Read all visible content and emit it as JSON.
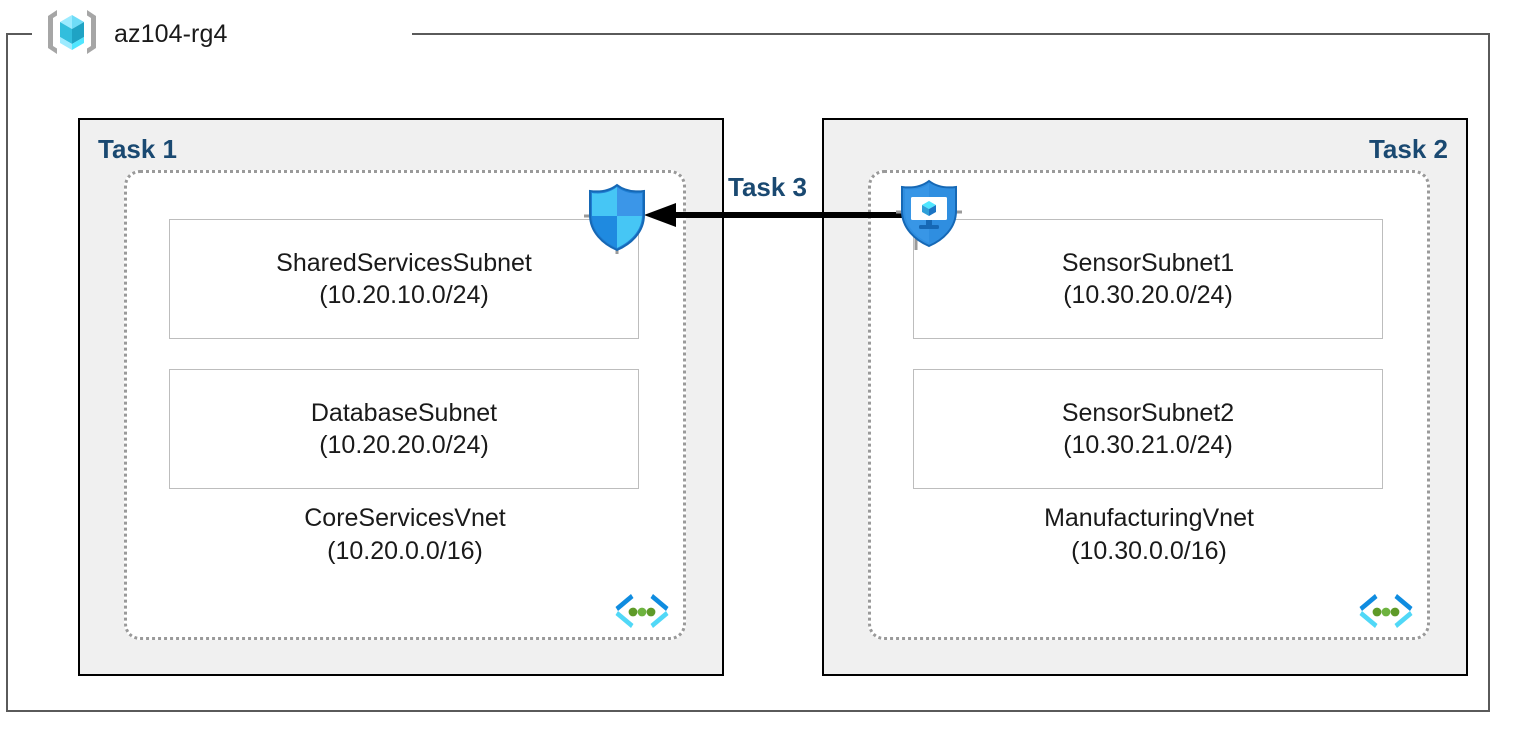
{
  "resource_group": {
    "title": "az104-rg4",
    "icon": "resource-group-cube-icon"
  },
  "tasks": [
    {
      "label": "Task 1",
      "vnet": {
        "name": "CoreServicesVnet",
        "cidr": "(10.20.0.0/16)",
        "icon": "virtual-network-icon"
      },
      "subnets": [
        {
          "name": "SharedServicesSubnet",
          "cidr": "(10.20.10.0/24)"
        },
        {
          "name": "DatabaseSubnet",
          "cidr": "(10.20.20.0/24)"
        }
      ]
    },
    {
      "label": "Task 2",
      "vnet": {
        "name": "ManufacturingVnet",
        "cidr": "(10.30.0.0/16)",
        "icon": "virtual-network-icon"
      },
      "subnets": [
        {
          "name": "SensorSubnet1",
          "cidr": "(10.30.20.0/24)"
        },
        {
          "name": "SensorSubnet2",
          "cidr": "(10.30.21.0/24)"
        }
      ]
    }
  ],
  "connection": {
    "label": "Task 3",
    "direction": "right-to-left",
    "source_icon": "bastion-shield-icon",
    "target_icon": "network-security-group-shield-icon"
  },
  "colors": {
    "task_label": "#1a4971",
    "task_box_fill": "#f0f0f0",
    "task_box_border": "#000000",
    "vnet_border": "#9a9a9a",
    "subnet_border": "#bdbdbd",
    "rg_border": "#5a5a5a",
    "text": "#1a1a1a",
    "arrow": "#000000",
    "cube_cyan": "#50e6ff",
    "shield_blue": "#1e90e0",
    "vnet_green": "#5e9a28"
  }
}
